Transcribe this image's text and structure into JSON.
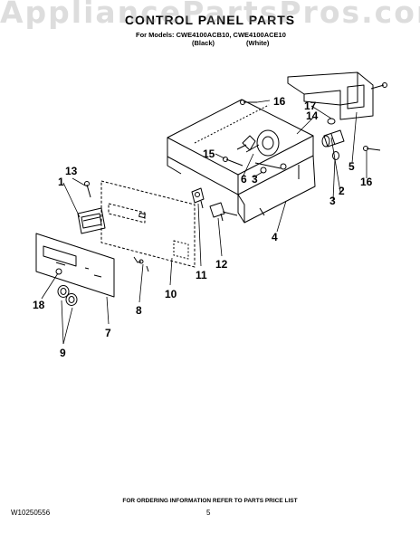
{
  "header": {
    "watermark": "AppliancePartsPros.com",
    "title": "CONTROL PANEL PARTS",
    "models_line": "For Models: CWE4100ACB10, CWE4100ACE10",
    "color_black": "(Black)",
    "color_white": "(White)"
  },
  "callouts": {
    "c1": "1",
    "c2": "2",
    "c3a": "3",
    "c3b": "3",
    "c4": "4",
    "c5": "5",
    "c6": "6",
    "c7": "7",
    "c8": "8",
    "c9": "9",
    "c10": "10",
    "c11": "11",
    "c12": "12",
    "c13": "13",
    "c14": "14",
    "c15": "15",
    "c16a": "16",
    "c16b": "16",
    "c17": "17",
    "c18": "18"
  },
  "footer": {
    "note": "FOR ORDERING INFORMATION REFER TO PARTS PRICE LIST",
    "doc_number": "W10250556",
    "page_number": "5"
  }
}
